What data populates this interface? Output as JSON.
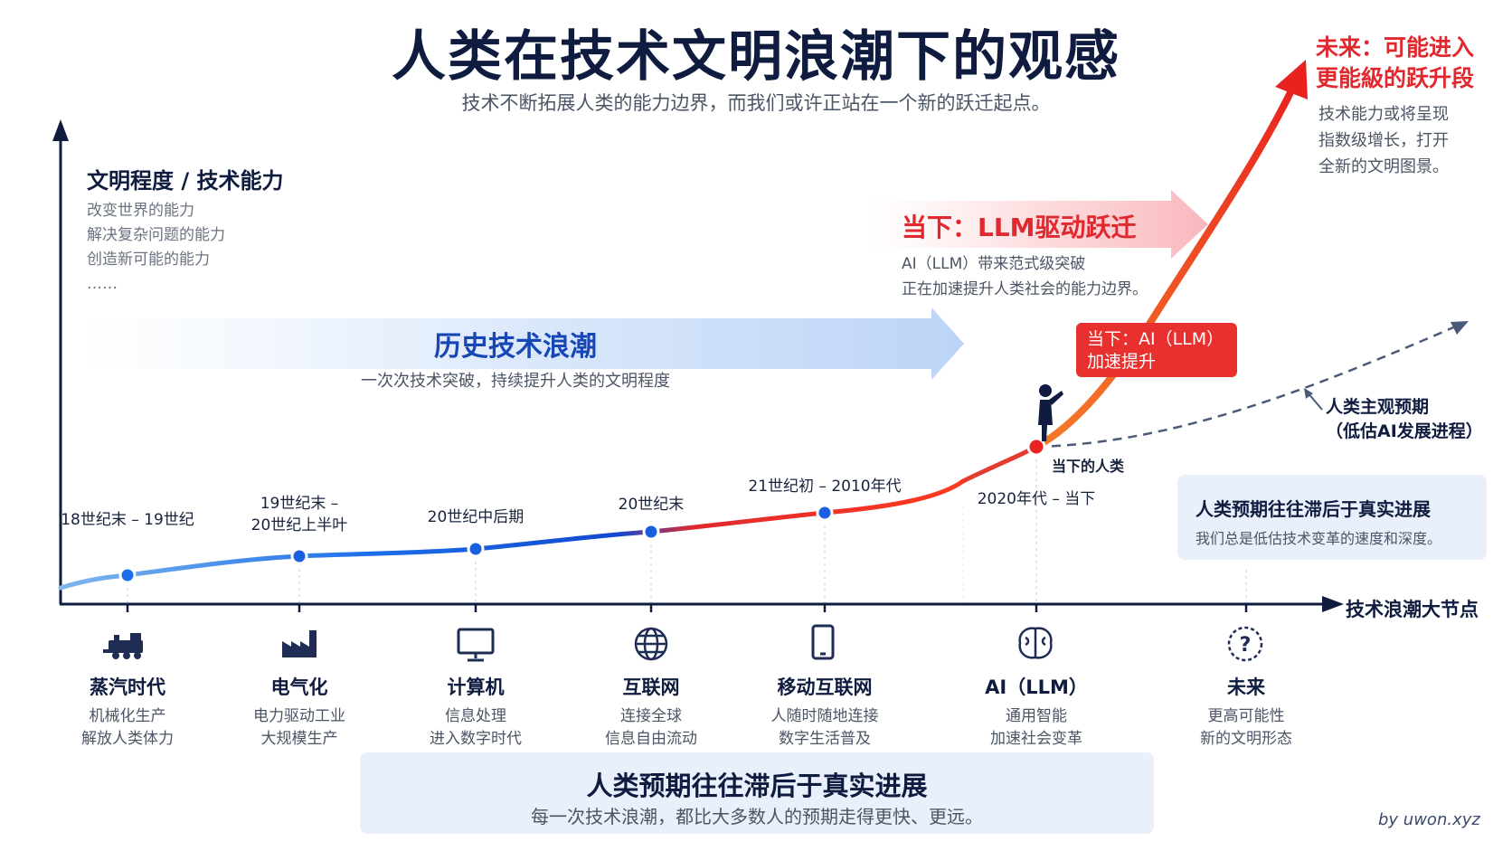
{
  "header": {
    "title": "人类在技术文明浪潮下的观感",
    "subtitle": "技术不断拓展人类的能力边界，而我们或许正站在一个新的跃迁起点。"
  },
  "y_axis": {
    "label": "文明程度 / 技术能力",
    "lines": [
      "改变世界的能力",
      "解决复杂问题的能力",
      "创造新可能的能力",
      "……"
    ]
  },
  "x_axis": {
    "label": "技术浪潮大节点"
  },
  "history_band": {
    "title": "历史技术浪潮",
    "desc": "一次次技术突破，持续提升人类的文明程度"
  },
  "now_band": {
    "title": "当下：LLM驱动跃迁",
    "desc_1": "AI（LLM）带来范式级突破",
    "desc_2": "正在加速提升人类社会的能力边界。"
  },
  "future_note": {
    "title_1": "未来：可能进入",
    "title_2": "更能級的跃升段",
    "desc_1": "技术能力或将呈现",
    "desc_2": "指数级增长，打开",
    "desc_3": "全新的文明图景。"
  },
  "now_badge": {
    "line_1": "当下：AI（LLM）",
    "line_2": "加速提升"
  },
  "human_expectation": {
    "line_1": "人类主观预期",
    "line_2": "（低估AI发展进程）"
  },
  "current_human": "当下的人类",
  "lag_box": {
    "title": "人类预期往往滞后于真实进展",
    "desc": "我们总是低估技术变革的速度和深度。"
  },
  "era_labels": [
    {
      "line_1": "18世纪末 – 19世纪",
      "line_2": ""
    },
    {
      "line_1": "19世纪末 –",
      "line_2": "20世纪上半叶"
    },
    {
      "line_1": "20世纪中后期",
      "line_2": ""
    },
    {
      "line_1": "20世纪末",
      "line_2": ""
    },
    {
      "line_1": "21世纪初 – 2010年代",
      "line_2": ""
    },
    {
      "line_1": "2020年代 – 当下",
      "line_2": ""
    }
  ],
  "stages": [
    {
      "icon": "train-icon",
      "name": "蒸汽时代",
      "d1": "机械化生产",
      "d2": "解放人类体力"
    },
    {
      "icon": "factory-icon",
      "name": "电气化",
      "d1": "电力驱动工业",
      "d2": "大规模生产"
    },
    {
      "icon": "monitor-icon",
      "name": "计算机",
      "d1": "信息处理",
      "d2": "进入数字时代"
    },
    {
      "icon": "globe-icon",
      "name": "互联网",
      "d1": "连接全球",
      "d2": "信息自由流动"
    },
    {
      "icon": "phone-icon",
      "name": "移动互联网",
      "d1": "人随时随地连接",
      "d2": "数字生活普及"
    },
    {
      "icon": "brain-icon",
      "name": "AI（LLM）",
      "d1": "通用智能",
      "d2": "加速社会变革"
    },
    {
      "icon": "question-icon",
      "name": "未来",
      "d1": "更高可能性",
      "d2": "新的文明形态"
    }
  ],
  "bottom_box": {
    "title": "人类预期往往滞后于真实进展",
    "desc": "每一次技术浪潮，都比大多数人的预期走得更快、更远。"
  },
  "credit": "by uwon.xyz",
  "colors": {
    "navy": "#0f1c3f",
    "blue": "#1a5fe0",
    "red": "#e0282e",
    "band": "#e9f0fb"
  }
}
